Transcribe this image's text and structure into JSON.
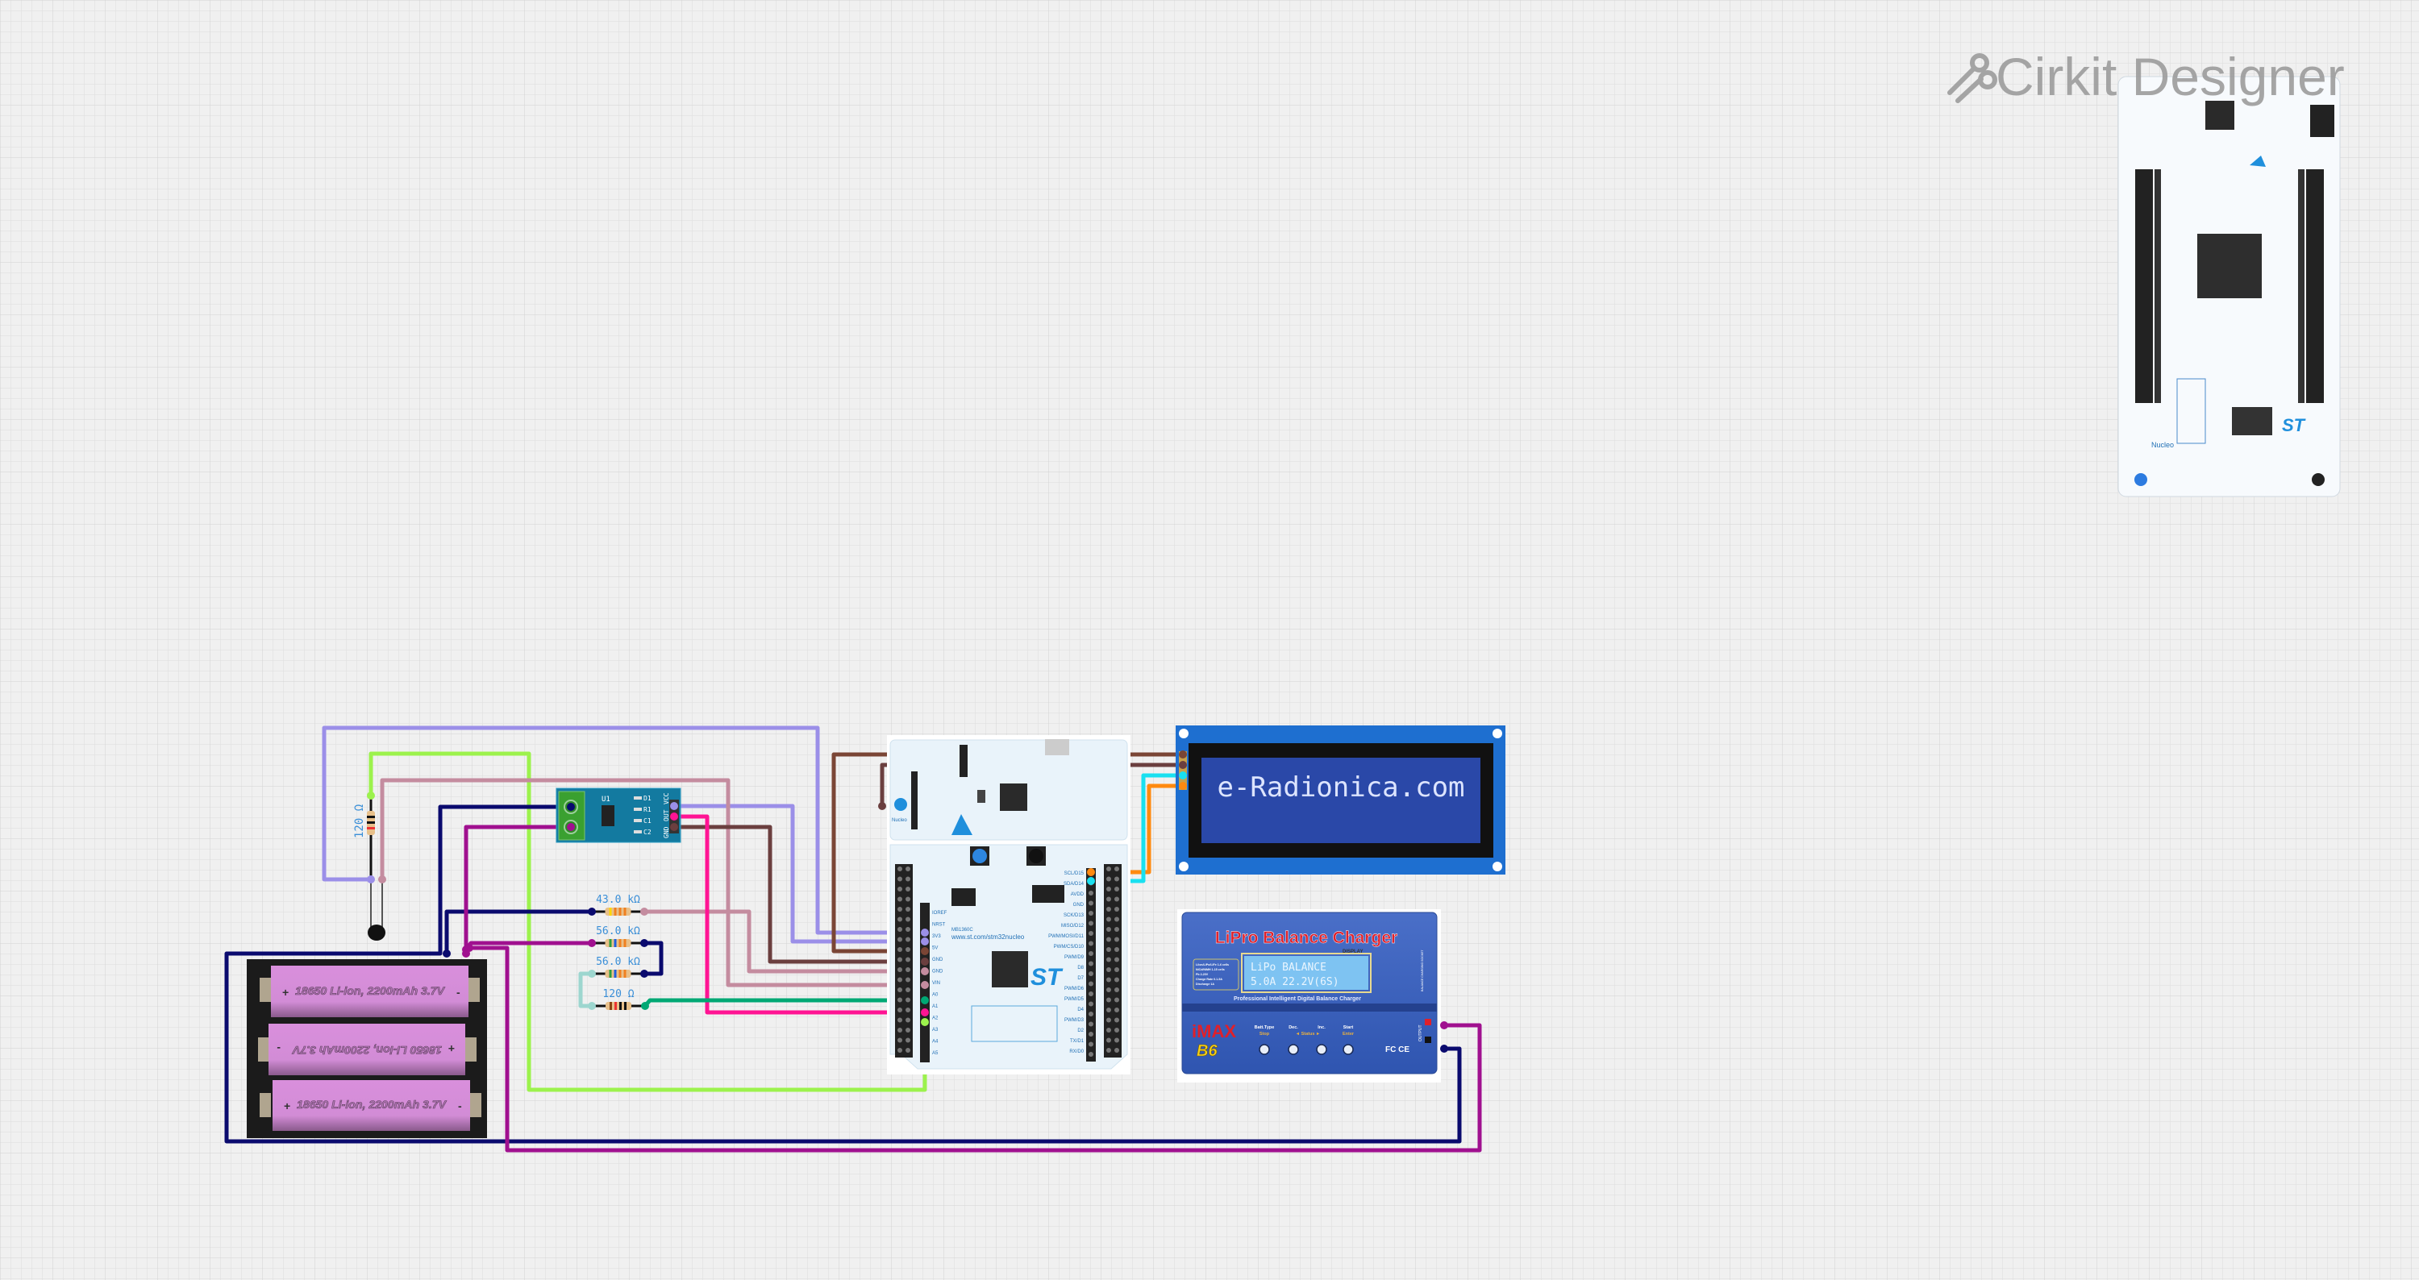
{
  "app": {
    "logo_text": "Cirkit Designer",
    "logo_color": "#9a9a9a",
    "canvas_background": "#f0f0f0"
  },
  "components": {
    "nucleo_small": {
      "url_text": "www.st.com/stm32nucleo",
      "board_id": "MB1360C",
      "brand": "Nucleo",
      "left_pin_labels": [
        "IOREF",
        "NRST",
        "3V3",
        "5V",
        "GND",
        "GND",
        "VIN",
        "A0",
        "A1",
        "A2",
        "A3",
        "A4",
        "A5"
      ],
      "right_pin_labels": [
        "SCL/D15",
        "SDA/D14",
        "AVDD",
        "GND",
        "SCK/D13",
        "MISO/D12",
        "PWM/MOSI/D11",
        "PWM/CS/D10",
        "PWM/D9",
        "D8",
        "D7",
        "PWM/D6",
        "PWM/D5",
        "D4",
        "PWM/D3",
        "D2",
        "TX/D1",
        "RX/D0"
      ]
    },
    "nucleo_large": {
      "brand": "Nucleo"
    },
    "current_sensor": {
      "chip_label": "U1",
      "part_labels": [
        "D1",
        "R1",
        "C1",
        "C2"
      ],
      "pin_labels": [
        "VCC",
        "OUT",
        "GND"
      ]
    },
    "lcd": {
      "text": "e-Radionica.com",
      "screen_color": "#2a48a8"
    },
    "charger": {
      "title": "LiPro Balance Charger",
      "display_tag": "DISPLAY",
      "display_line1": "LiPo BALANCE",
      "display_line2": "5.0A   22.2V(6S)",
      "spec_lines": [
        "Lilon/LiPo/LiFe 1-6 cells",
        "NiCd/NiMH 1-15 cells",
        "Pb 2-20V",
        "Charge Rate 0.1-5A",
        "Discharge 1A"
      ],
      "subtitle": "Professional Intelligent Digital Balance Charger",
      "brand": "iMAX",
      "model": "B6",
      "buttons": [
        {
          "label": "Batt.Type",
          "sub": "Stop"
        },
        {
          "label": "Dec.",
          "sub": ""
        },
        {
          "label": "Inc.",
          "sub": ""
        },
        {
          "label": "Start",
          "sub": "Enter"
        }
      ],
      "status_label": "◄ Status ►",
      "cert_marks": "FC CE",
      "output_label": "OUTPUT",
      "socket_label": "BALANCE CHARGING SOCKET"
    },
    "battery_pack": {
      "cells": [
        {
          "label": "18650 Li-ion, 2200mAh 3.7V",
          "plus": "+",
          "minus": "-"
        },
        {
          "label": "18650 Li-ion, 2200mAh 3.7V",
          "plus": "+",
          "minus": "-"
        },
        {
          "label": "18650 Li-ion, 2200mAh 3.7V",
          "plus": "+",
          "minus": "-"
        }
      ]
    },
    "thermistor_resistor": {
      "label": "120 Ω"
    },
    "resistors": [
      {
        "label": "43.0 kΩ"
      },
      {
        "label": "56.0 kΩ"
      },
      {
        "label": "56.0 kΩ"
      },
      {
        "label": "120 Ω"
      }
    ]
  },
  "wire_colors": {
    "lavender": "#9b8fe8",
    "lime": "#9cf24d",
    "mauve": "#c48c9f",
    "brown": "#6b3f3f",
    "brown2": "#7a4535",
    "hotpink": "#ff1493",
    "green": "#00a874",
    "lightteal": "#9dd6cf",
    "navy": "#0a0a6e",
    "purple": "#a0108f",
    "orange": "#ff8a10",
    "cyan": "#19e0f0"
  }
}
